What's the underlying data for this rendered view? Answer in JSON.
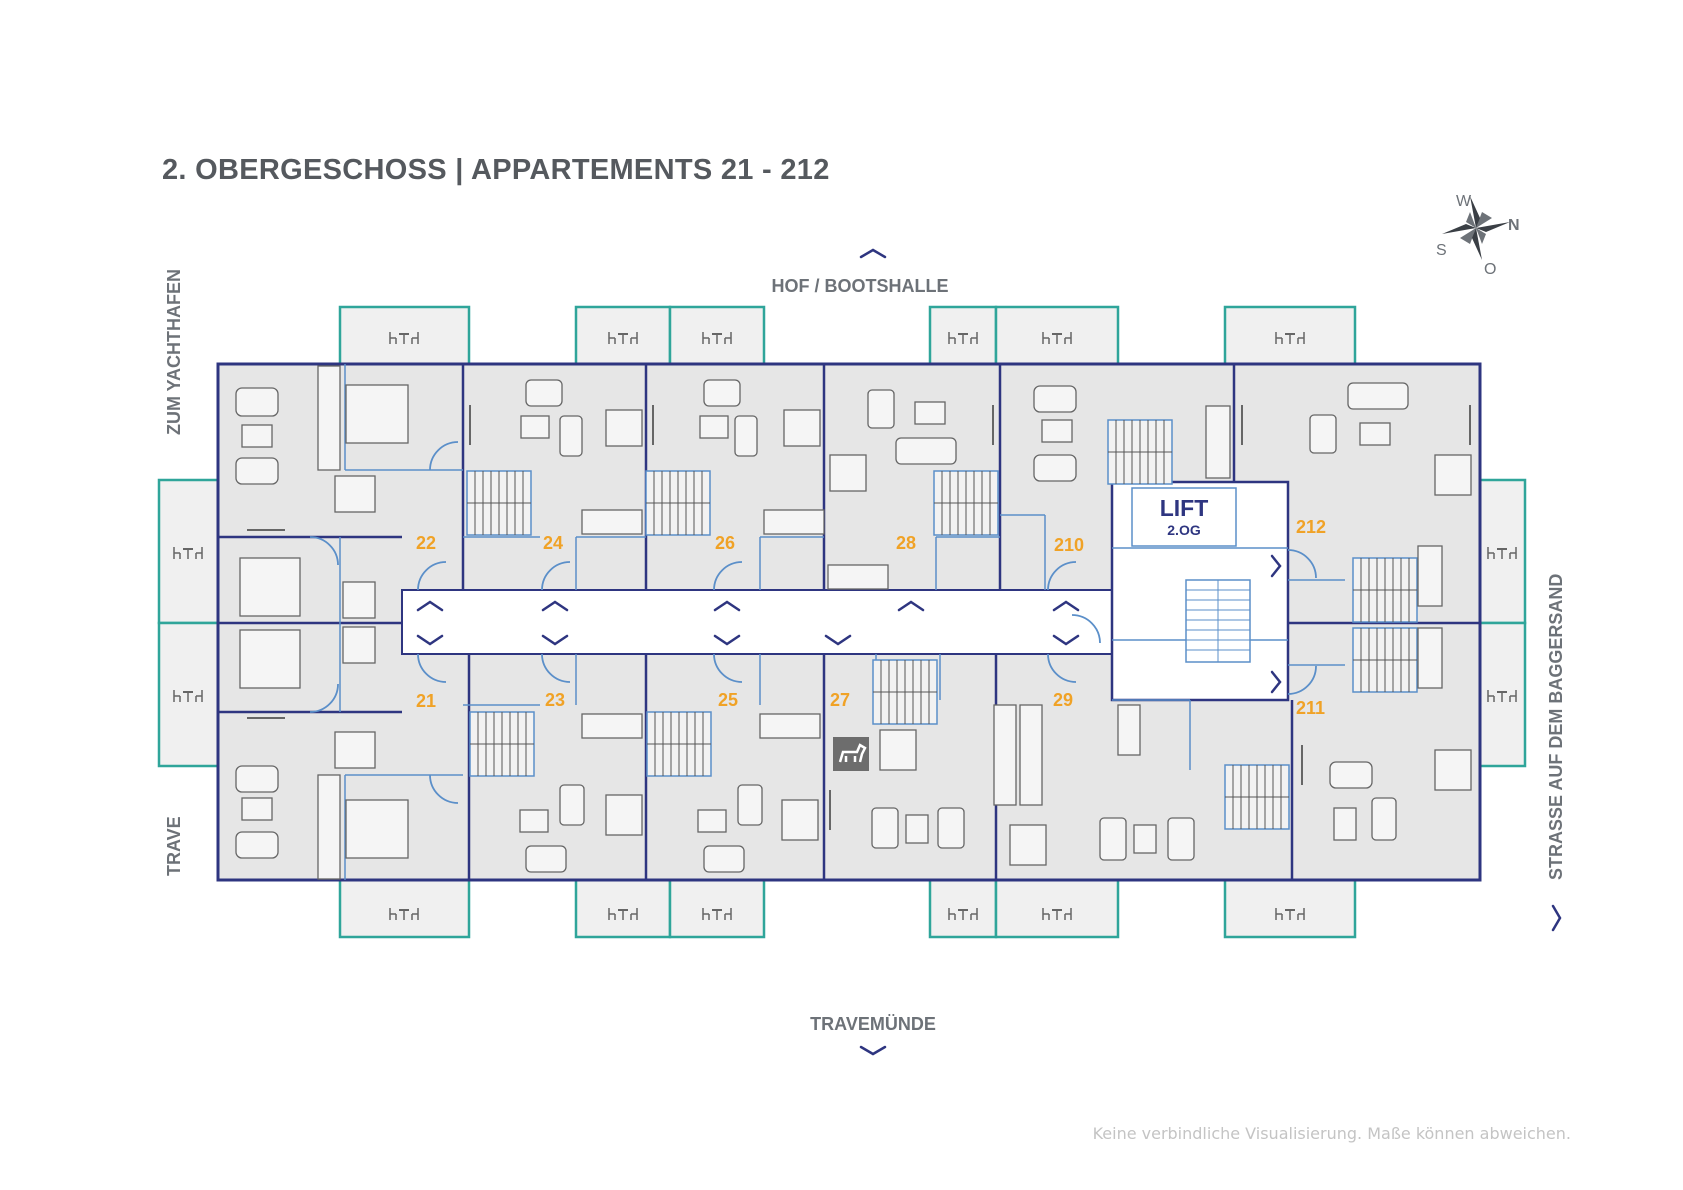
{
  "title": "2. OBERGESCHOSS | APPARTEMENTS 21 - 212",
  "directions": {
    "top": "HOF / BOOTSHALLE",
    "bottom": "TRAVEMÜNDE",
    "left_top": "ZUM YACHTHAFEN",
    "left_bottom": "TRAVE",
    "right": "STRASSE AUF DEM BAGGERSAND"
  },
  "compass": {
    "north": "N",
    "south": "S",
    "west": "W",
    "east": "O"
  },
  "lift": {
    "label": "LIFT",
    "floor": "2.OG"
  },
  "units": [
    "22",
    "24",
    "26",
    "28",
    "210",
    "212",
    "21",
    "23",
    "25",
    "27",
    "29",
    "211"
  ],
  "icons": {
    "balcony": "table-chairs-icon",
    "dog": "dog-icon",
    "stairs": "stairs-icon",
    "arrow": "chevron-icon"
  },
  "colors": {
    "wall": "#2e3580",
    "fixture": "#5b8fc9",
    "balcony_border": "#2fa59a",
    "floor": "#e6e6e6",
    "unit_number": "#f0a226",
    "text": "#55595e"
  },
  "disclaimer": "Keine verbindliche Visualisierung. Maße können abweichen."
}
